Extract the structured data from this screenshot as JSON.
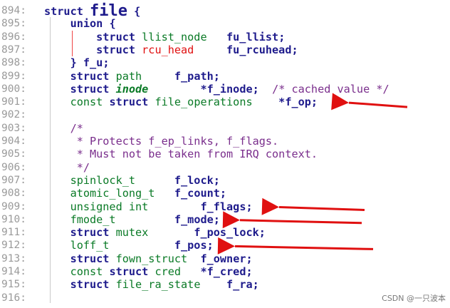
{
  "editor": {
    "lines": [
      {
        "num": "894:",
        "code": [
          {
            "t": "struct ",
            "c": "kw"
          },
          {
            "t": "file",
            "c": "title"
          },
          {
            "t": " {",
            "c": "pu"
          }
        ]
      },
      {
        "num": "895:",
        "code": [
          {
            "t": "    union ",
            "c": "kw"
          },
          {
            "t": "{",
            "c": "pu"
          }
        ]
      },
      {
        "num": "896:",
        "code": [
          {
            "t": "        struct ",
            "c": "kw"
          },
          {
            "t": "llist_node",
            "c": "ty"
          },
          {
            "t": "   fu_llist",
            "c": "id"
          },
          {
            "t": ";",
            "c": "pu"
          }
        ]
      },
      {
        "num": "897:",
        "code": [
          {
            "t": "        struct ",
            "c": "kw"
          },
          {
            "t": "rcu_head",
            "c": "ty-red"
          },
          {
            "t": "     fu_rcuhead",
            "c": "id"
          },
          {
            "t": ";",
            "c": "pu"
          }
        ]
      },
      {
        "num": "898:",
        "code": [
          {
            "t": "    } ",
            "c": "pu"
          },
          {
            "t": "f_u",
            "c": "id"
          },
          {
            "t": ";",
            "c": "pu"
          }
        ]
      },
      {
        "num": "899:",
        "code": [
          {
            "t": "    struct ",
            "c": "kw"
          },
          {
            "t": "path",
            "c": "ty"
          },
          {
            "t": "     f_path",
            "c": "id"
          },
          {
            "t": ";",
            "c": "pu"
          }
        ]
      },
      {
        "num": "900:",
        "code": [
          {
            "t": "    struct ",
            "c": "kw"
          },
          {
            "t": "inode",
            "c": "ty-it"
          },
          {
            "t": "        *f_inode",
            "c": "id"
          },
          {
            "t": ";  ",
            "c": "pu"
          },
          {
            "t": "/* cached value */",
            "c": "cm"
          }
        ]
      },
      {
        "num": "901:",
        "code": [
          {
            "t": "    const ",
            "c": "ty"
          },
          {
            "t": "struct ",
            "c": "kw"
          },
          {
            "t": "file_operations",
            "c": "ty"
          },
          {
            "t": "    *f_op",
            "c": "id"
          },
          {
            "t": ";",
            "c": "pu"
          }
        ]
      },
      {
        "num": "902:",
        "code": []
      },
      {
        "num": "903:",
        "code": [
          {
            "t": "    /*",
            "c": "cm"
          }
        ]
      },
      {
        "num": "904:",
        "code": [
          {
            "t": "     * Protects f_ep_links, f_flags.",
            "c": "cm"
          }
        ]
      },
      {
        "num": "905:",
        "code": [
          {
            "t": "     * Must not be taken from IRQ context.",
            "c": "cm"
          }
        ]
      },
      {
        "num": "906:",
        "code": [
          {
            "t": "     */",
            "c": "cm"
          }
        ]
      },
      {
        "num": "907:",
        "code": [
          {
            "t": "    spinlock_t",
            "c": "ty"
          },
          {
            "t": "      f_lock",
            "c": "id"
          },
          {
            "t": ";",
            "c": "pu"
          }
        ]
      },
      {
        "num": "908:",
        "code": [
          {
            "t": "    atomic_long_t",
            "c": "ty"
          },
          {
            "t": "   f_count",
            "c": "id"
          },
          {
            "t": ";",
            "c": "pu"
          }
        ]
      },
      {
        "num": "909:",
        "code": [
          {
            "t": "    unsigned int",
            "c": "ty"
          },
          {
            "t": "        f_flags",
            "c": "id"
          },
          {
            "t": ";",
            "c": "pu"
          }
        ]
      },
      {
        "num": "910:",
        "code": [
          {
            "t": "    fmode_t",
            "c": "ty"
          },
          {
            "t": "         f_mode",
            "c": "id"
          },
          {
            "t": ";",
            "c": "pu"
          }
        ]
      },
      {
        "num": "911:",
        "code": [
          {
            "t": "    struct ",
            "c": "kw"
          },
          {
            "t": "mutex",
            "c": "ty"
          },
          {
            "t": "       f_pos_lock",
            "c": "id"
          },
          {
            "t": ";",
            "c": "pu"
          }
        ]
      },
      {
        "num": "912:",
        "code": [
          {
            "t": "    loff_t",
            "c": "ty"
          },
          {
            "t": "          f_pos",
            "c": "id"
          },
          {
            "t": ";",
            "c": "pu"
          }
        ]
      },
      {
        "num": "913:",
        "code": [
          {
            "t": "    struct ",
            "c": "kw"
          },
          {
            "t": "fown_struct",
            "c": "ty"
          },
          {
            "t": "  f_owner",
            "c": "id"
          },
          {
            "t": ";",
            "c": "pu"
          }
        ]
      },
      {
        "num": "914:",
        "code": [
          {
            "t": "    const ",
            "c": "ty"
          },
          {
            "t": "struct ",
            "c": "kw"
          },
          {
            "t": "cred",
            "c": "ty"
          },
          {
            "t": "   *f_cred",
            "c": "id"
          },
          {
            "t": ";",
            "c": "pu"
          }
        ]
      },
      {
        "num": "915:",
        "code": [
          {
            "t": "    struct ",
            "c": "kw"
          },
          {
            "t": "file_ra_state",
            "c": "ty"
          },
          {
            "t": "    f_ra",
            "c": "id"
          },
          {
            "t": ";",
            "c": "pu"
          }
        ]
      },
      {
        "num": "916:",
        "code": []
      }
    ],
    "annotations": {
      "arrow_color": "#e01010",
      "arrow_targets": [
        "901:",
        "909:",
        "910:",
        "912:"
      ]
    }
  },
  "watermark": "CSDN @一只波本"
}
